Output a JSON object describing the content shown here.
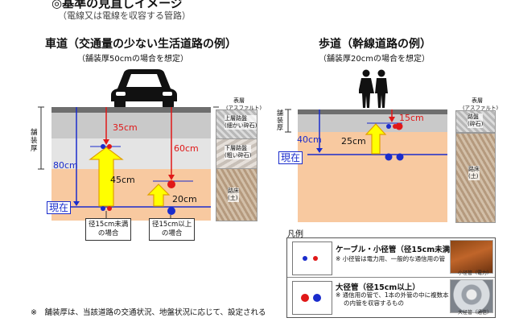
{
  "header": {
    "title": "◎基準の見直しイメージ",
    "subtitle": "（電線又は電線を収容する管路）"
  },
  "road": {
    "title": "車道（交通量の少ない生活道路の例）",
    "subtitle": "（舗装厚50cmの場合を想定）",
    "pavement_thickness_label": "舗装厚",
    "layers_label_top": "表層",
    "layers_label_asphalt": "(アスファルト)",
    "layer_upper_base": "上層路盤\n(細かい砕石)",
    "layer_lower_base": "下層路盤\n(粗い砕石)",
    "layer_subgrade": "路床\n(土)",
    "depth_35": "35cm",
    "depth_60": "60cm",
    "depth_45": "45cm",
    "depth_20": "20cm",
    "depth_80": "80cm",
    "current_label": "現在",
    "caption_small": "径15cm未満\nの場合",
    "caption_large": "径15cm以上\nの場合"
  },
  "sidewalk": {
    "title": "歩道（幹線道路の例）",
    "subtitle": "（舗装厚20cmの場合を想定）",
    "pavement_thickness_label": "舗装厚",
    "layers_label_top": "表層",
    "layers_label_asphalt": "(アスファルト)",
    "layer_base": "路盤\n(砕石)",
    "layer_subgrade": "路床\n(土)",
    "depth_15": "15cm",
    "depth_25": "25cm",
    "depth_40": "40cm",
    "current_label": "現在"
  },
  "legend": {
    "title": "凡例",
    "cable_title": "ケーブル・小径管（径15cm未満）",
    "cable_note": "※ 小径管は電力用、一般的な通信用の管",
    "cable_pic_caption": "小径管（電力）",
    "large_title": "大径管（径15cm以上）",
    "large_note_1": "※ 通信用の管で、1本の外管の中に複数本",
    "large_note_2": "の内管を収容するもの",
    "large_pic_caption": "大径管（通信）"
  },
  "footnote": "※　舗装厚は、当該道路の交通状況、地盤状況に応じて、設定される",
  "colors": {
    "asphalt": "#6e6e6e",
    "upper_base": "#c9c9c9",
    "lower_base": "#e4e4e4",
    "subgrade": "#f8c9a0",
    "red": "#e01818",
    "blue": "#1a2ccc",
    "arrow_yellow": "#ffff00"
  }
}
